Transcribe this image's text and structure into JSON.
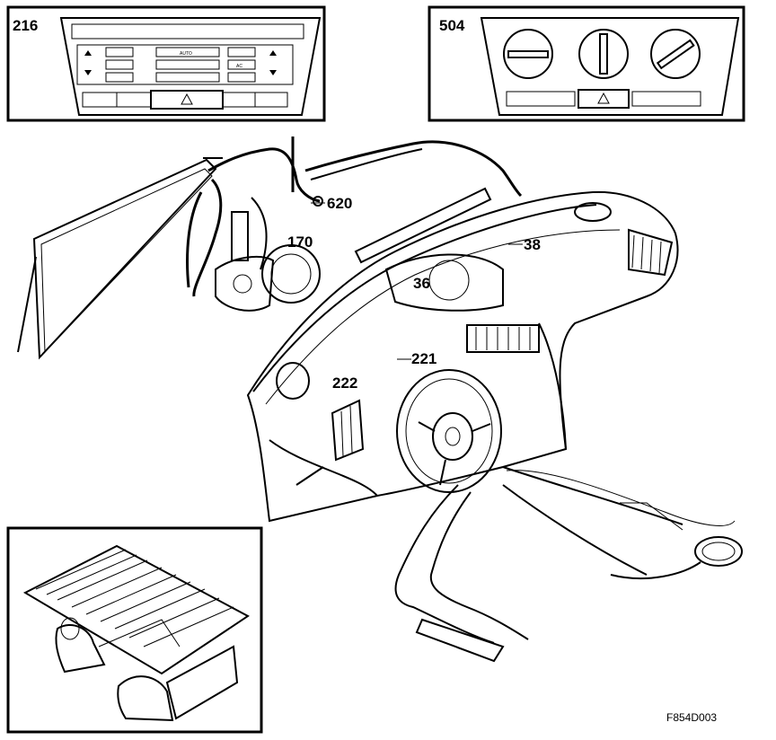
{
  "insets": {
    "climate_panel": {
      "label": "216",
      "button_auto": "AUTO",
      "button_ac": "AC"
    },
    "manual_panel": {
      "label": "504"
    }
  },
  "callouts": [
    {
      "id": "c620",
      "text": "620"
    },
    {
      "id": "c170",
      "text": "170"
    },
    {
      "id": "c38",
      "text": "38"
    },
    {
      "id": "c36",
      "text": "36"
    },
    {
      "id": "c221",
      "text": "221"
    },
    {
      "id": "c222",
      "text": "222"
    }
  ],
  "figure_code": "F854D003"
}
